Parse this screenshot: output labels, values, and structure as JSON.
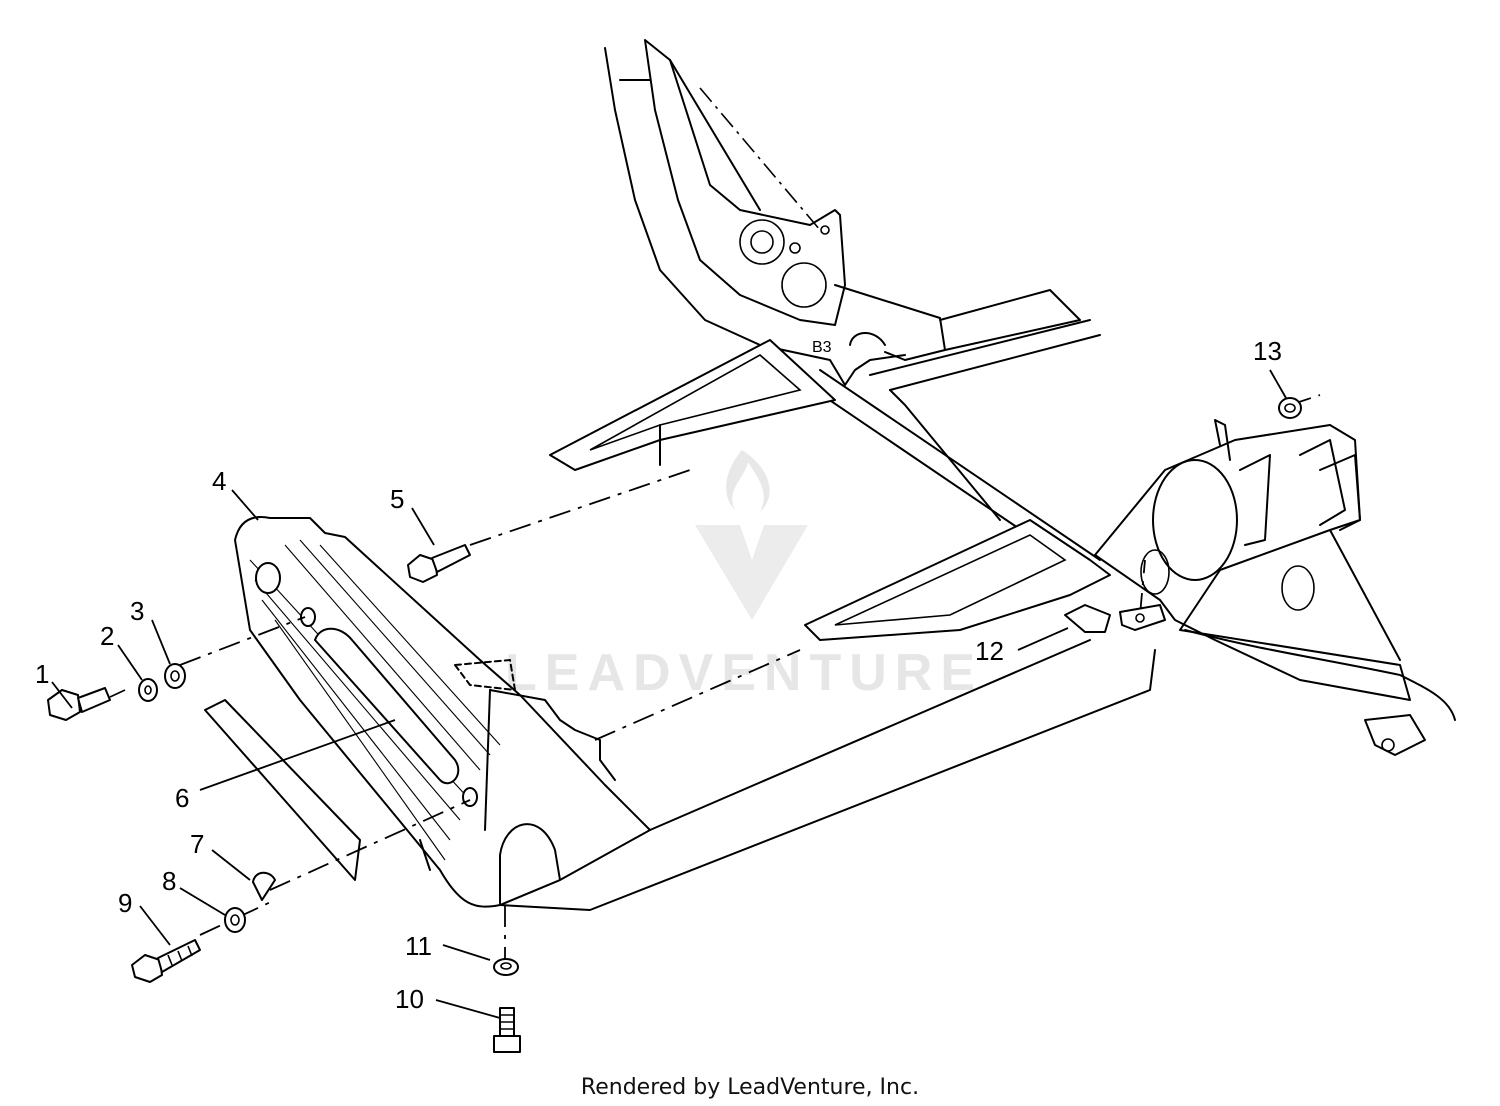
{
  "diagram": {
    "callouts": [
      "1",
      "2",
      "3",
      "4",
      "5",
      "6",
      "7",
      "8",
      "9",
      "10",
      "11",
      "12",
      "13"
    ],
    "watermark": "LEADVENTURE",
    "footer": "Rendered by LeadVenture, Inc.",
    "colors": {
      "line": "#000000",
      "background": "#ffffff",
      "watermark": "#e6e6e6"
    }
  }
}
